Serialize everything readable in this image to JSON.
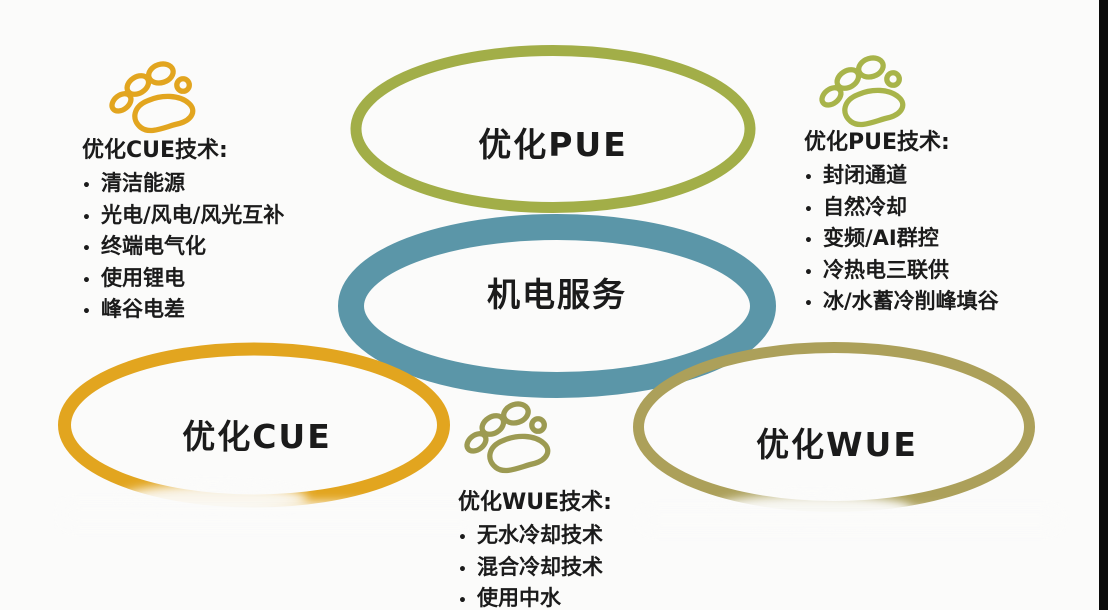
{
  "colors": {
    "gold": "#e2a51f",
    "green": "#a2ae48",
    "blue": "#5b96a8",
    "khaki": "#aca05a",
    "bg": "#fbfbfa",
    "text": "#1b1b1b",
    "edge": "#0b0b0b"
  },
  "ellipses": {
    "pue": {
      "label": "优化PUE",
      "ring_color": "#a2ae48"
    },
    "hub": {
      "label": "机电服务",
      "ring_color": "#5b96a8"
    },
    "cue": {
      "label": "优化CUE",
      "ring_color": "#e2a51f"
    },
    "wue": {
      "label": "优化WUE",
      "ring_color": "#aca05a"
    }
  },
  "lists": {
    "cue": {
      "icon": "paw-icon",
      "icon_color": "#e2a51f",
      "title": "优化CUE技术:",
      "items": [
        "清洁能源",
        "光电/风电/风光互补",
        "终端电气化",
        "使用锂电",
        "峰谷电差"
      ]
    },
    "pue": {
      "icon": "paw-icon",
      "icon_color": "#a8b44a",
      "title": "优化PUE技术:",
      "items": [
        "封闭通道",
        "自然冷却",
        "变频/AI群控",
        "冷热电三联供",
        "冰/水蓄冷削峰填谷"
      ]
    },
    "wue": {
      "icon": "paw-icon",
      "icon_color": "#9c9a52",
      "title": "优化WUE技术:",
      "items": [
        "无水冷却技术",
        "混合冷却技术",
        "使用中水"
      ]
    }
  }
}
